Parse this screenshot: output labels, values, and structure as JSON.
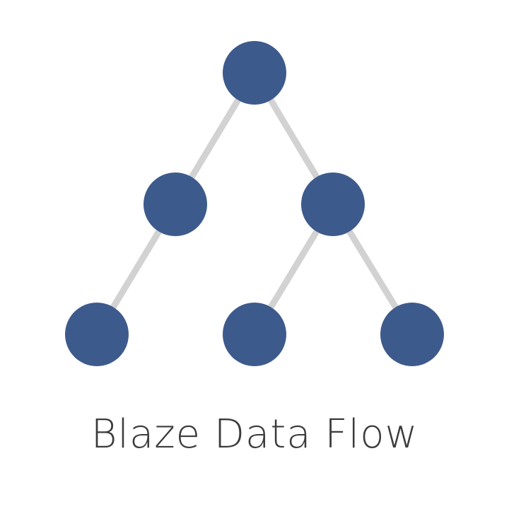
{
  "logo": {
    "title": "Blaze Data Flow",
    "node_color": "#3d5a8c",
    "edge_color": "#d2d2d2",
    "tree": {
      "nodes": [
        "root",
        "left",
        "right",
        "left-left",
        "right-left",
        "right-right"
      ],
      "edges": [
        [
          "root",
          "left"
        ],
        [
          "root",
          "right"
        ],
        [
          "left",
          "left-left"
        ],
        [
          "right",
          "right-left"
        ],
        [
          "right",
          "right-right"
        ]
      ]
    }
  }
}
